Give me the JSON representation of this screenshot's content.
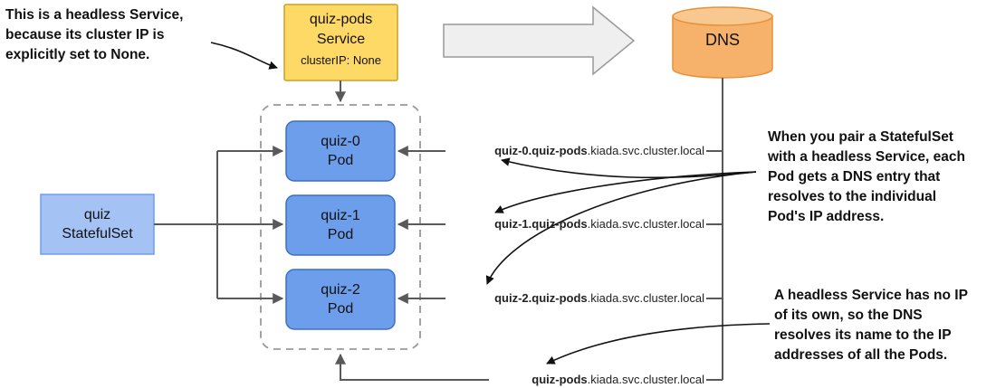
{
  "annotations": {
    "headless_note": [
      "This is a headless Service,",
      "because its cluster IP is",
      "explicitly set to None."
    ],
    "pair_note": [
      "When you pair a StatefulSet",
      "with a headless Service, each",
      "Pod gets a DNS entry that",
      "resolves to the individual",
      "Pod's IP address."
    ],
    "noip_note": [
      "A headless Service has no IP",
      "of its own, so the DNS",
      "resolves its name to the IP",
      "addresses of all the Pods."
    ]
  },
  "service": {
    "name": "quiz-pods",
    "kind": "Service",
    "cluster_ip": "clusterIP: None"
  },
  "dns": {
    "label": "DNS"
  },
  "statefulset": {
    "name": "quiz",
    "kind": "StatefulSet"
  },
  "pods": [
    {
      "name": "quiz-0",
      "kind": "Pod"
    },
    {
      "name": "quiz-1",
      "kind": "Pod"
    },
    {
      "name": "quiz-2",
      "kind": "Pod"
    }
  ],
  "dns_records": [
    {
      "host": "quiz-0.quiz-pods",
      "domain": ".kiada.svc.cluster.local"
    },
    {
      "host": "quiz-1.quiz-pods",
      "domain": ".kiada.svc.cluster.local"
    },
    {
      "host": "quiz-2.quiz-pods",
      "domain": ".kiada.svc.cluster.local"
    },
    {
      "host": "quiz-pods",
      "domain": ".kiada.svc.cluster.local"
    }
  ],
  "colors": {
    "service_fill": "#ffd966",
    "service_stroke": "#c9a227",
    "pod_fill": "#6d9eeb",
    "pod_stroke": "#3c6fc4",
    "statefulset_fill": "#a4c2f4",
    "statefulset_stroke": "#6d9eeb",
    "dns_fill": "#f6b26b",
    "dns_stroke": "#e69138",
    "connector": "#595959",
    "big_arrow_fill": "#efefef",
    "big_arrow_stroke": "#999999"
  }
}
